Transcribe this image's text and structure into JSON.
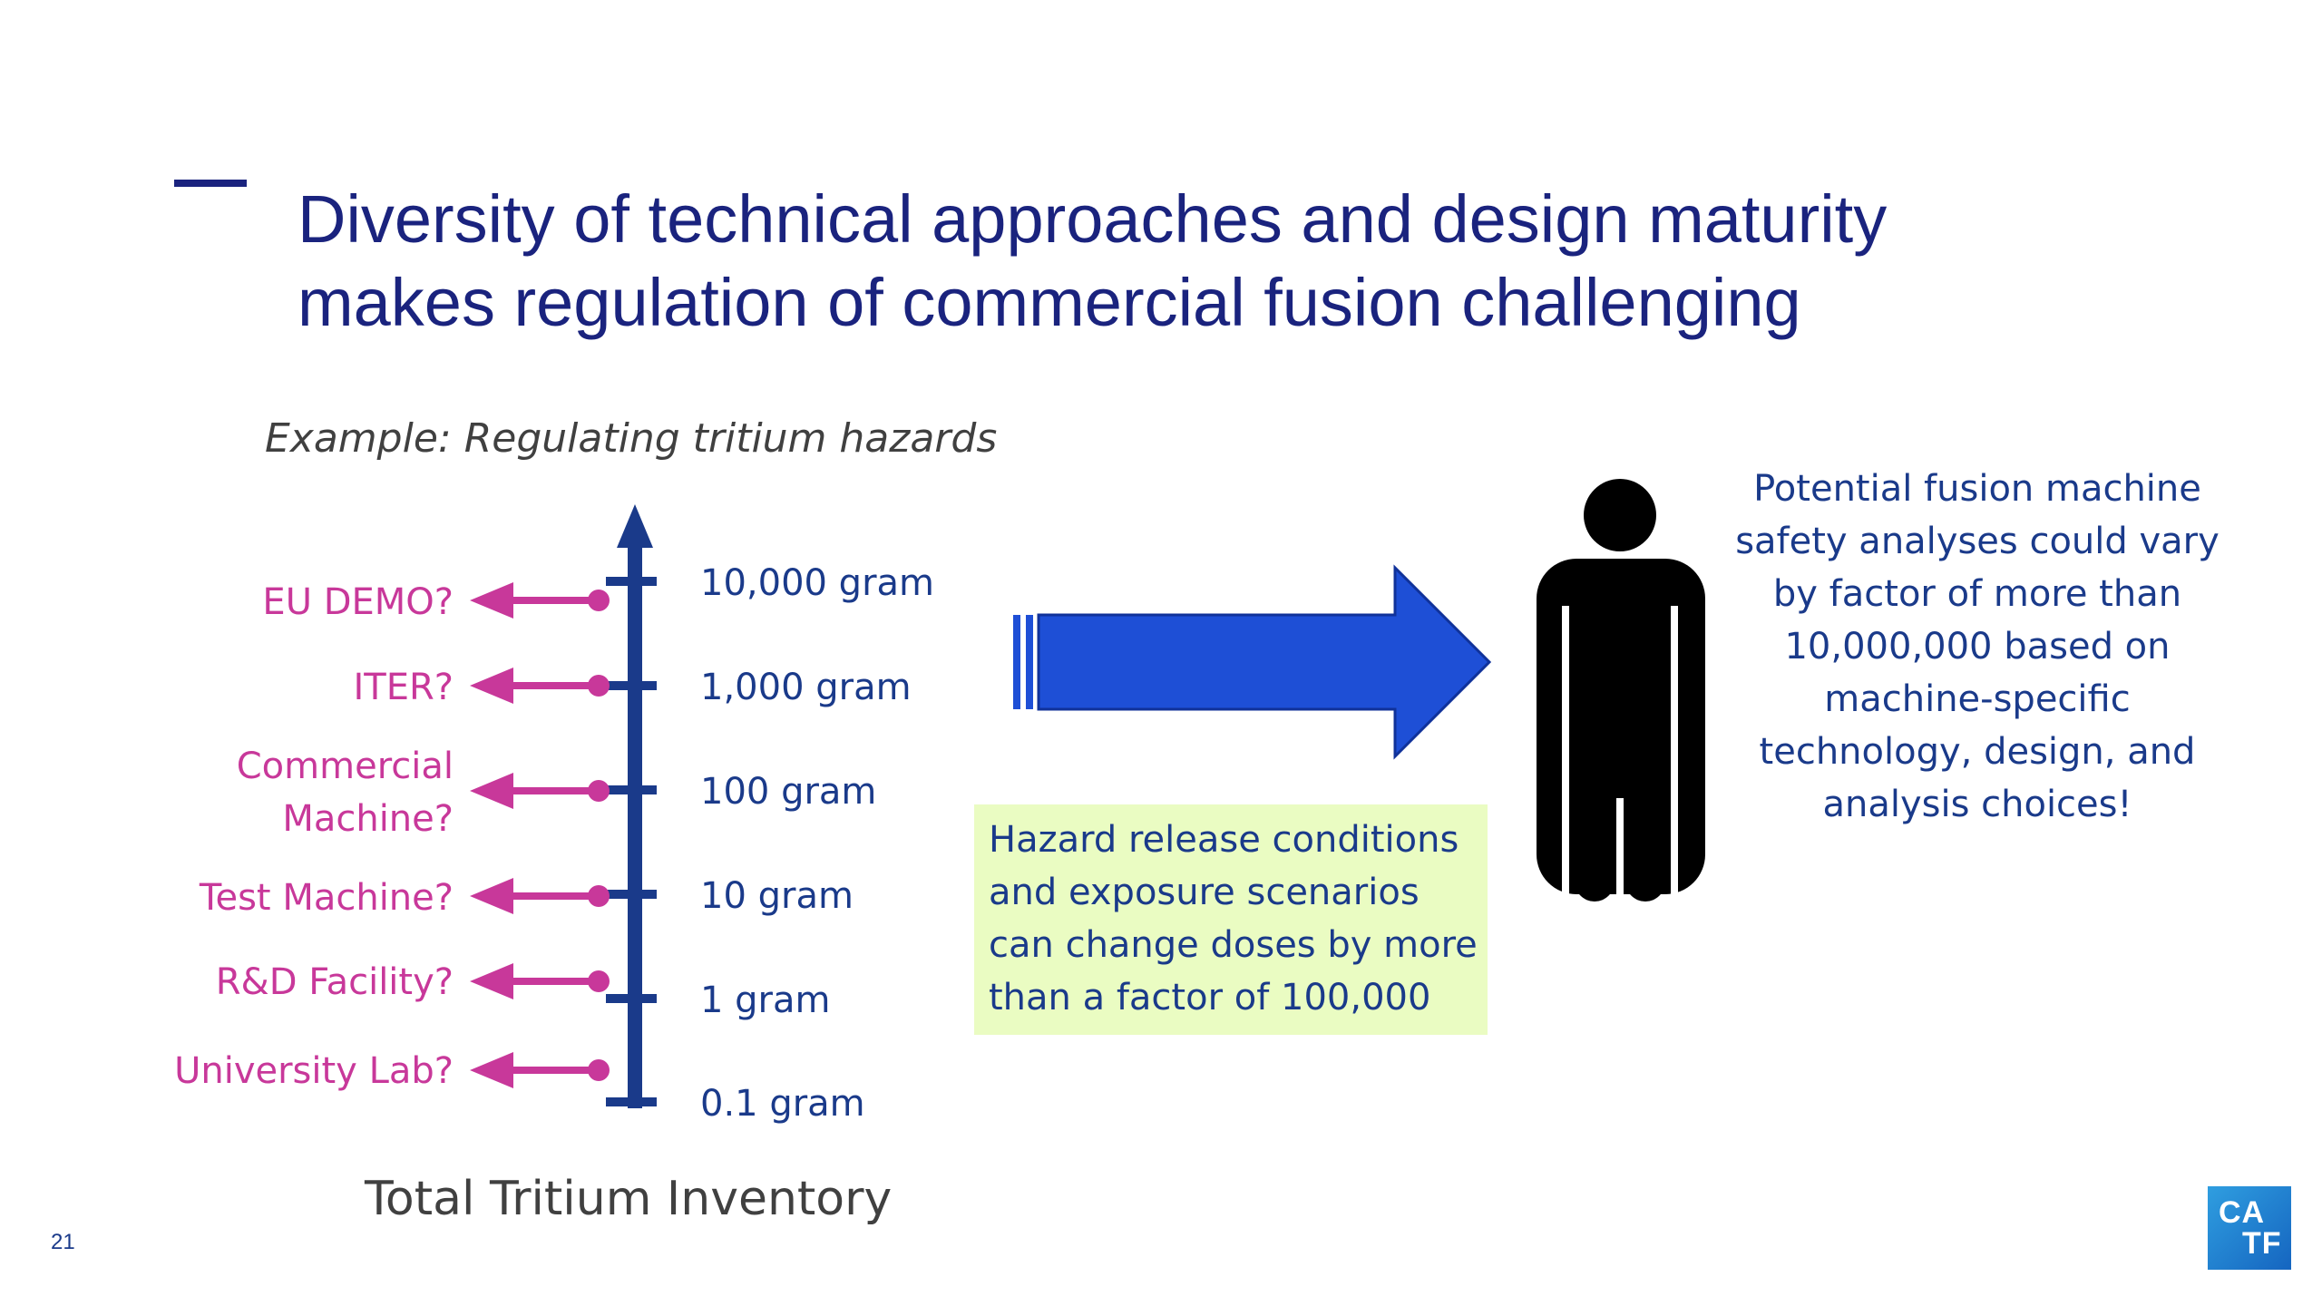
{
  "title": {
    "dash": "—",
    "lines": [
      "Diversity of technical approaches and design maturity",
      "makes regulation of commercial fusion challenging"
    ]
  },
  "example_label": "Example: Regulating tritium hazards",
  "axis_title": "Total Tritium Inventory",
  "tick_labels": [
    "10,000 gram",
    "1,000 gram",
    "100 gram",
    "10 gram",
    "1 gram",
    "0.1 gram"
  ],
  "machines": [
    {
      "lines": [
        "EU DEMO?"
      ]
    },
    {
      "lines": [
        "ITER?"
      ]
    },
    {
      "lines": [
        "Commercial",
        "Machine?"
      ]
    },
    {
      "lines": [
        "Test Machine?"
      ]
    },
    {
      "lines": [
        "R&D Facility?"
      ]
    },
    {
      "lines": [
        "University Lab?"
      ]
    }
  ],
  "hazard_box": {
    "lines": [
      "Hazard release conditions",
      "and exposure scenarios",
      "can change doses by more",
      "than a factor of 100,000"
    ]
  },
  "safety_text": {
    "lines": [
      "Potential fusion machine",
      "safety analyses could vary",
      "by factor of more than",
      "10,000,000 based on",
      "machine-specific",
      "technology, design, and",
      "analysis choices!"
    ]
  },
  "page_number": "21",
  "logo": {
    "line1": "CA",
    "line2": "TF"
  },
  "colors": {
    "title": "#1a237e",
    "axis": "#1a3a8a",
    "machine": "#c8389a",
    "arrow": "#1e4fd6",
    "hazard_box_bg": "#eafcc2"
  },
  "icons": [
    "person-icon",
    "right-arrow-icon",
    "logo-icon"
  ]
}
